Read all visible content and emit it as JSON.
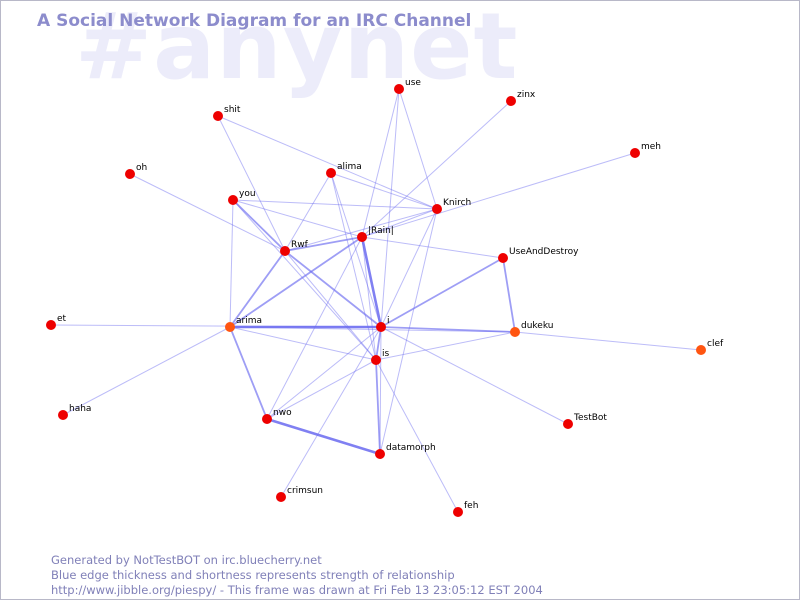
{
  "title": "A Social Network Diagram for an IRC Channel",
  "watermark": "#anynet",
  "footer": {
    "line1": "Generated by NotTestBOT on irc.bluecherry.net",
    "line2": "Blue edge thickness and shortness represents strength of relationship",
    "line3": "http://www.jibble.org/piespy/ - This frame was drawn at Fri Feb 13 23:05:12 EST 2004"
  },
  "colors": {
    "node_default": "#ee0000",
    "node_hot": "#ff5511",
    "edge": "#6a6af0",
    "title": "#8c8ccc",
    "watermark": "#ececfa",
    "footer": "#8080b8"
  },
  "nodes": [
    {
      "id": "use",
      "label": "use"
    },
    {
      "id": "zinx",
      "label": "zinx"
    },
    {
      "id": "shit",
      "label": "shit"
    },
    {
      "id": "meh",
      "label": "meh"
    },
    {
      "id": "oh",
      "label": "oh"
    },
    {
      "id": "alima",
      "label": "alima"
    },
    {
      "id": "you",
      "label": "you"
    },
    {
      "id": "knirch",
      "label": "Knirch"
    },
    {
      "id": "rain",
      "label": "|Rain|"
    },
    {
      "id": "rwf",
      "label": "Rwf"
    },
    {
      "id": "useanddestroy",
      "label": "UseAndDestroy"
    },
    {
      "id": "et",
      "label": "et"
    },
    {
      "id": "arima",
      "label": "arima",
      "hot": true
    },
    {
      "id": "i",
      "label": "i"
    },
    {
      "id": "dukeku",
      "label": "dukeku",
      "hot": true
    },
    {
      "id": "clef",
      "label": "clef",
      "hot": true
    },
    {
      "id": "is",
      "label": "is"
    },
    {
      "id": "haha",
      "label": "haha"
    },
    {
      "id": "nwo",
      "label": "nwo"
    },
    {
      "id": "testbot",
      "label": "TestBot"
    },
    {
      "id": "datamorph",
      "label": "datamorph"
    },
    {
      "id": "crimsun",
      "label": "crimsun"
    },
    {
      "id": "feh",
      "label": "feh"
    }
  ],
  "edges": [
    {
      "source": "shit",
      "target": "knirch",
      "weight": 1
    },
    {
      "source": "shit",
      "target": "rwf",
      "weight": 1
    },
    {
      "source": "oh",
      "target": "rwf",
      "weight": 1
    },
    {
      "source": "you",
      "target": "knirch",
      "weight": 1
    },
    {
      "source": "you",
      "target": "rain",
      "weight": 1
    },
    {
      "source": "you",
      "target": "rwf",
      "weight": 2
    },
    {
      "source": "you",
      "target": "arima",
      "weight": 1
    },
    {
      "source": "you",
      "target": "is",
      "weight": 1
    },
    {
      "source": "use",
      "target": "rain",
      "weight": 1
    },
    {
      "source": "use",
      "target": "knirch",
      "weight": 1
    },
    {
      "source": "use",
      "target": "i",
      "weight": 1
    },
    {
      "source": "zinx",
      "target": "rain",
      "weight": 1
    },
    {
      "source": "meh",
      "target": "rain",
      "weight": 1
    },
    {
      "source": "alima",
      "target": "knirch",
      "weight": 1
    },
    {
      "source": "alima",
      "target": "rwf",
      "weight": 1
    },
    {
      "source": "alima",
      "target": "i",
      "weight": 1
    },
    {
      "source": "alima",
      "target": "is",
      "weight": 1
    },
    {
      "source": "knirch",
      "target": "rain",
      "weight": 1
    },
    {
      "source": "knirch",
      "target": "i",
      "weight": 1
    },
    {
      "source": "knirch",
      "target": "datamorph",
      "weight": 1
    },
    {
      "source": "knirch",
      "target": "rwf",
      "weight": 1
    },
    {
      "source": "rain",
      "target": "rwf",
      "weight": 2
    },
    {
      "source": "rain",
      "target": "arima",
      "weight": 2
    },
    {
      "source": "rain",
      "target": "i",
      "weight": 3
    },
    {
      "source": "rain",
      "target": "useanddestroy",
      "weight": 1
    },
    {
      "source": "rain",
      "target": "is",
      "weight": 1
    },
    {
      "source": "rain",
      "target": "nwo",
      "weight": 1
    },
    {
      "source": "rwf",
      "target": "arima",
      "weight": 2
    },
    {
      "source": "rwf",
      "target": "i",
      "weight": 2
    },
    {
      "source": "rwf",
      "target": "is",
      "weight": 1
    },
    {
      "source": "useanddestroy",
      "target": "i",
      "weight": 2
    },
    {
      "source": "useanddestroy",
      "target": "dukeku",
      "weight": 2
    },
    {
      "source": "et",
      "target": "i",
      "weight": 1
    },
    {
      "source": "arima",
      "target": "i",
      "weight": 3
    },
    {
      "source": "arima",
      "target": "is",
      "weight": 1
    },
    {
      "source": "arima",
      "target": "nwo",
      "weight": 2
    },
    {
      "source": "arima",
      "target": "haha",
      "weight": 1
    },
    {
      "source": "arima",
      "target": "dukeku",
      "weight": 1
    },
    {
      "source": "i",
      "target": "dukeku",
      "weight": 2
    },
    {
      "source": "i",
      "target": "is",
      "weight": 2
    },
    {
      "source": "i",
      "target": "testbot",
      "weight": 1
    },
    {
      "source": "i",
      "target": "nwo",
      "weight": 1
    },
    {
      "source": "i",
      "target": "datamorph",
      "weight": 1
    },
    {
      "source": "i",
      "target": "crimsun",
      "weight": 1
    },
    {
      "source": "is",
      "target": "dukeku",
      "weight": 1
    },
    {
      "source": "is",
      "target": "nwo",
      "weight": 1
    },
    {
      "source": "is",
      "target": "datamorph",
      "weight": 2
    },
    {
      "source": "is",
      "target": "feh",
      "weight": 1
    },
    {
      "source": "dukeku",
      "target": "clef",
      "weight": 1
    },
    {
      "source": "nwo",
      "target": "datamorph",
      "weight": 3
    }
  ]
}
